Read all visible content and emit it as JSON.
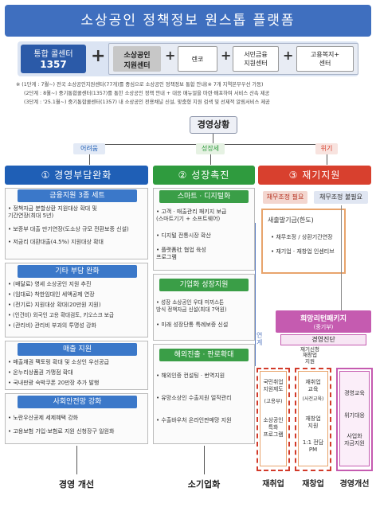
{
  "title": "소상공인 정책정보 원스톱 플랫폼",
  "top": {
    "hotline_label": "통합 콜센터",
    "hotline_number": "1357",
    "plus": "+",
    "center_main": "소상공인\n지원센터",
    "centers": [
      "렌코",
      "서민금융\n지원센터",
      "고용복지+\n센터"
    ]
  },
  "notes": [
    "※ (1단계 : 7월~) 전국 소상공인지원센터(77개)를 중심으로 소상공인 정책정보 통합 안내(※ 7개 지역본부우선 가동)",
    "(2단계 : 8월~) 중기통합콜센터(1357)를 통한 소상공인 정책 안내 + 대응 매뉴얼을 마련·배포하여 서비스 산속 제공",
    "(3단계 : '25.1월~) 중기통합콜센터(1357) 내 소상공인 전용채널 신설, 맞춤형 지원 검색 및 선제적 알림서비스 제공"
  ],
  "situation": "경영상황",
  "tags": {
    "difficulty": "어려움",
    "growth": "성장세",
    "crisis": "위기"
  },
  "col1": {
    "header": "① 경영부담완화",
    "sec1": {
      "title": "금융지원 3종 세트",
      "items": [
        "정책자금 분할상환 지원대상 확대 및\n기간연장(최대 5년)",
        "보증부 대출 만기연장(도소상 규모 전환보증 신설)",
        "저금리 대환대출(4.5%) 지원대상 확대"
      ]
    },
    "sec2": {
      "title": "기타 부담 완화",
      "items": [
        "(배달료) 영세 소상공인 지원 추진",
        "(임대료) 착한임대인 세액공제 연장",
        "(전기료) 지원대상 확대(20만원 지원)",
        "(인건비) 외국인 고용 확대검토, 키오스크 보급",
        "(관리비) 관리비 부과의 투명성 강화"
      ]
    },
    "sec3": {
      "title": "매출 지원",
      "items": [
        "매출채권 팩토링 확대 및 소상인 우선공급",
        "온누리상품권 가맹점 확대",
        "국내판광 숙박쿠폰 20만장 추가 발행"
      ]
    },
    "sec4": {
      "title": "사회안전망 강화",
      "items": [
        "노란우산공제 세제혜택 강화",
        "고용보험 가입·보험료 지원 신청장구 일원화"
      ]
    },
    "footer": "경영 개선"
  },
  "col2": {
    "header": "② 성장촉진",
    "sec1": {
      "title": "스마트 · 디지털화",
      "items": [
        "고객 · 매출관리 패키지 보급\n(스마트기기 + 소프트웨어)",
        "디지털 전통시장 확산",
        "플랫폼社 협업 육성\n프로그램"
      ]
    },
    "sec2": {
      "title": "기업화 성장지원",
      "items": [
        "성장 소상공인 우대 미끼스튼\n방식 정책자금 신설(최대 7억원)",
        "미래 성장단통 특례보증 신설"
      ]
    },
    "sec3": {
      "title": "해외진출 · 판로확대",
      "items": [
        "해외인증 컨설팅 · 번역지원",
        "유망소상인 수출지원 얼작관리",
        "수출바우처 온라인판매망 지원"
      ]
    },
    "footer": "소기업화",
    "link_label": "연계"
  },
  "col3": {
    "header": "③ 재기지원",
    "need": "채무조정 필요",
    "noneed": "채무조정 불필요",
    "debt_box": {
      "title": "새출발기금(한도)",
      "items": [
        "채무조정 / 상환기간연장",
        "재기업 · 재창업 인센티브"
      ]
    },
    "crisis_label": "희망리턴패키지",
    "crisis_sub": "(중기부)",
    "diagnosis": "경영진단",
    "mid_label": "재기신청\n재창업\n지원",
    "box_a": [
      "국민취업\n지원제도",
      "(고용부)",
      "소상공인\n특화\n프로그램"
    ],
    "box_b": [
      "재취업\n교육",
      "(사전교육)",
      "재창업\n지원",
      "1:1 전담\nPM"
    ],
    "box_c": [
      "경영교육",
      "위기대응",
      "사업화\n자금지원"
    ],
    "footer": [
      "재취업",
      "재창업",
      "경영개선"
    ]
  },
  "colors": {
    "blue": "#1f5fb6",
    "green": "#2f9b3e",
    "red": "#d8402e",
    "pink": "#c55bb0"
  }
}
